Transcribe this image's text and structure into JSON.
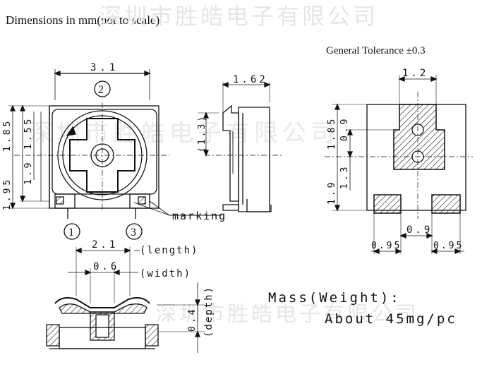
{
  "header": {
    "title": "Dimensions in mm(not to scale)",
    "tolerance": "General Tolerance   ±0.3"
  },
  "watermark": {
    "text": "深圳市胜皓电子有限公司"
  },
  "front_view": {
    "dim_width": "3.1",
    "dim_185": "1.85",
    "dim_155": "1.55",
    "dim_195": "1.95",
    "dim_19": "1.9",
    "pin_label_top": "2",
    "pin_label_left": "1",
    "pin_label_right": "3",
    "marking_label": "marking"
  },
  "side_view": {
    "dim_depth": "1.62",
    "dim_13": "(1.3)"
  },
  "footprint_view": {
    "dim_12": "1.2",
    "dim_185": "1.85",
    "dim_09_vertical": "0.9",
    "dim_09_horizontal": "0.9",
    "dim_19": "1.9",
    "dim_13": "1.3",
    "dim_095_left": "0.95",
    "dim_095_right": "0.95"
  },
  "section_view": {
    "dim_length": "2.1",
    "length_label": "(length)",
    "dim_width": "0.6",
    "width_label": "(width)",
    "dim_depth": "0.4",
    "depth_label": "(depth)"
  },
  "mass": {
    "line1": "Mass(Weight):",
    "line2": "About 45mg/pc"
  }
}
